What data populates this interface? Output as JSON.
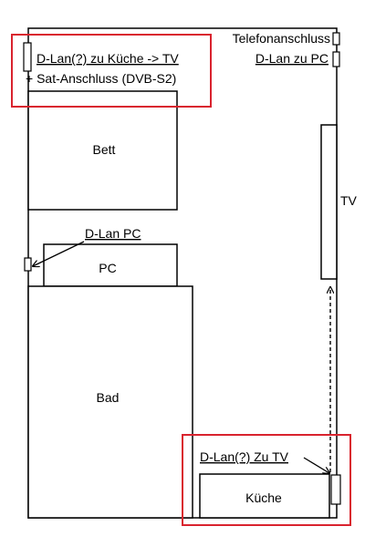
{
  "labels": {
    "dlan_kueche_tv": "D-Lan(?) zu Küche -> TV",
    "sat_anschluss": "+ Sat-Anschluss (DVB-S2)",
    "telefonanschluss": "Telefonanschluss",
    "dlan_zu_pc": "D-Lan zu PC",
    "bett": "Bett",
    "tv": "TV",
    "dlan_pc": "D-Lan PC",
    "pc": "PC",
    "bad": "Bad",
    "dlan_zu_tv": "D-Lan(?) Zu TV",
    "kueche": "Küche"
  },
  "colors": {
    "highlight": "#d9232e",
    "line": "#000000",
    "background": "#ffffff"
  }
}
